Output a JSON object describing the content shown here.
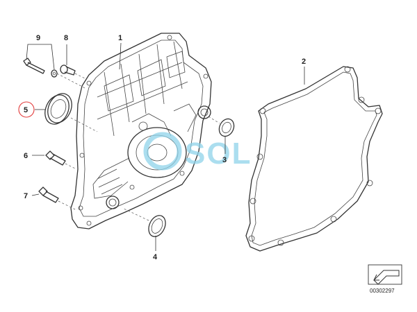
{
  "callouts": {
    "c1": "1",
    "c2": "2",
    "c3": "3",
    "c4": "4",
    "c5": "5",
    "c6": "6",
    "c7": "7",
    "c8": "8",
    "c9": "9"
  },
  "highlight_color": "#e23b3b",
  "watermark": {
    "text": "SOL",
    "color": "#8fd3ea"
  },
  "reference_code": "00302297",
  "icons": {
    "corner": "arrow-view-icon"
  }
}
